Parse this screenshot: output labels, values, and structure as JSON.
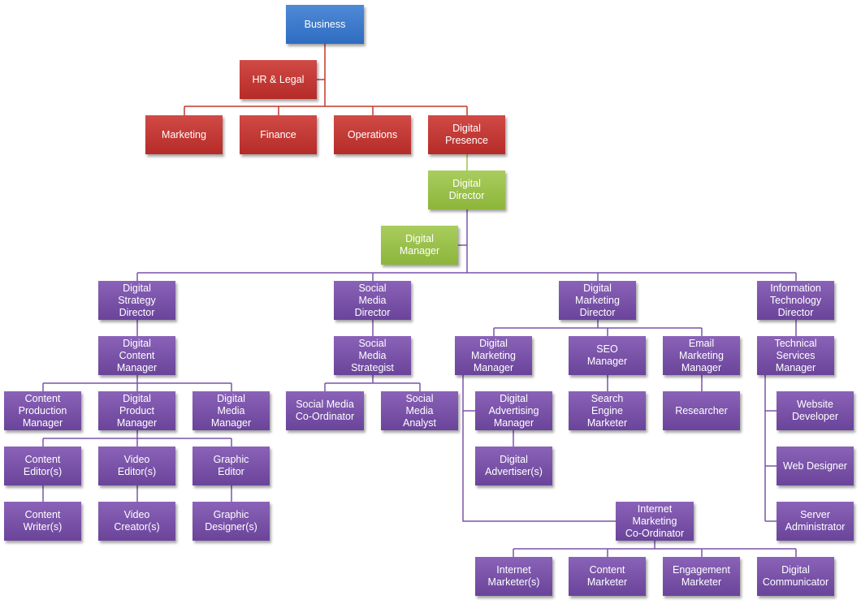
{
  "colors": {
    "business": "#3a77cc",
    "department": "#c0392b",
    "digital_leadership": "#9bc24b",
    "role": "#7a54a8",
    "line_red": "#c0392b",
    "line_green": "#9bc24b",
    "line_purple": "#7a54a8"
  },
  "nodes": {
    "business": "Business",
    "hr_legal": "HR & Legal",
    "marketing": "Marketing",
    "finance": "Finance",
    "operations": "Operations",
    "digital_presence": "Digital\nPresence",
    "digital_director": "Digital\nDirector",
    "digital_manager": "Digital\nManager",
    "digital_strategy_director": "Digital\nStrategy\nDirector",
    "social_media_director": "Social\nMedia\nDirector",
    "digital_marketing_director": "Digital\nMarketing\nDirector",
    "it_director": "Information\nTechnology\nDirector",
    "digital_content_manager": "Digital\nContent\nManager",
    "social_media_strategist": "Social\nMedia\nStrategist",
    "digital_marketing_manager": "Digital\nMarketing\nManager",
    "seo_manager": "SEO\nManager",
    "email_marketing_manager": "Email\nMarketing\nManager",
    "technical_services_manager": "Technical\nServices\nManager",
    "content_production_manager": "Content\nProduction\nManager",
    "digital_product_manager": "Digital\nProduct\nManager",
    "digital_media_manager": "Digital\nMedia\nManager",
    "social_media_coordinator": "Social Media\nCo-Ordinator",
    "social_media_analyst": "Social\nMedia\nAnalyst",
    "digital_advertising_manager": "Digital\nAdvertising\nManager",
    "search_engine_marketer": "Search\nEngine\nMarketer",
    "researcher": "Researcher",
    "website_developer": "Website\nDeveloper",
    "content_editors": "Content\nEditor(s)",
    "video_editors": "Video\nEditor(s)",
    "graphic_editor": "Graphic\nEditor",
    "digital_advertisers": "Digital\nAdvertiser(s)",
    "web_designer": "Web Designer",
    "content_writers": "Content\nWriter(s)",
    "video_creators": "Video\nCreator(s)",
    "graphic_designers": "Graphic\nDesigner(s)",
    "internet_marketing_coordinator": "Internet\nMarketing\nCo-Ordinator",
    "server_administrator": "Server\nAdministrator",
    "internet_marketers": "Internet\nMarketer(s)",
    "content_marketer": "Content\nMarketer",
    "engagement_marketer": "Engagement\nMarketer",
    "digital_communicator": "Digital\nCommunicator"
  }
}
